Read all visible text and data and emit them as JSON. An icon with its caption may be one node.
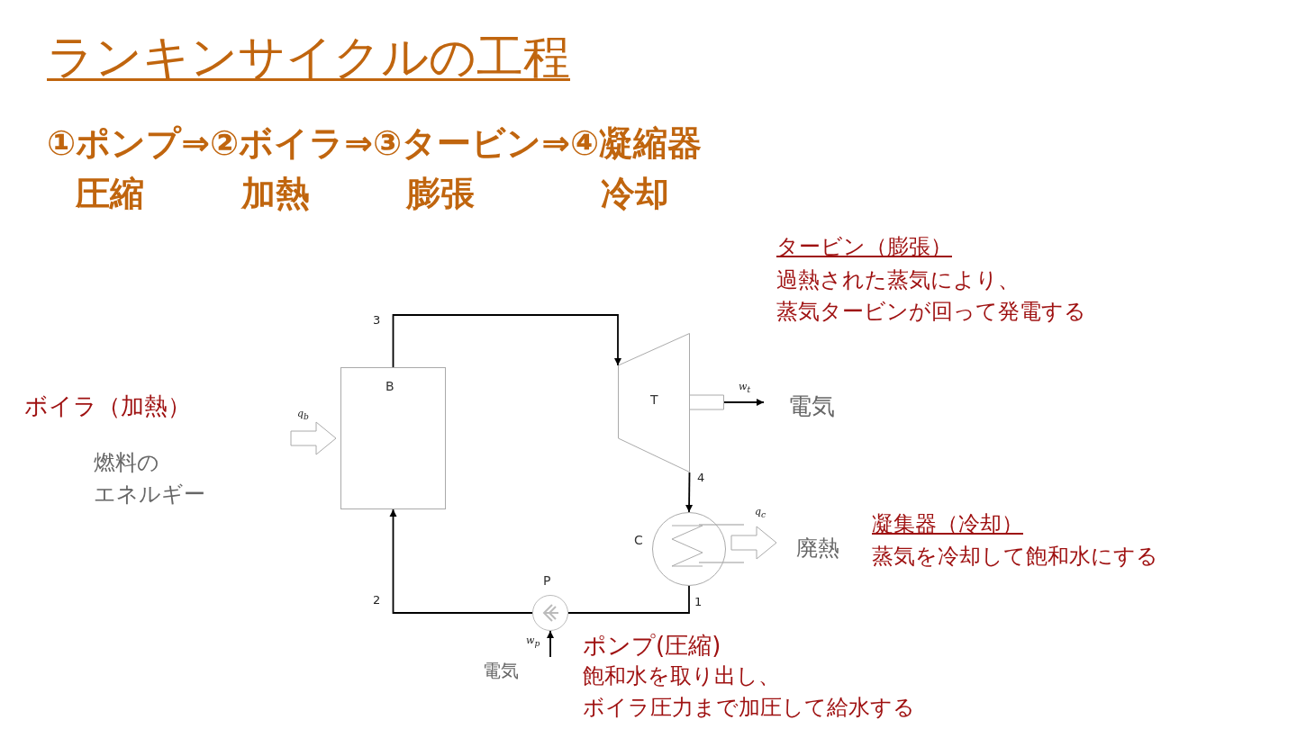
{
  "diagram": {
    "title": "ランキンサイクルの工程",
    "nodes": [
      {
        "text": [
          "B"
        ]
      },
      {
        "text": [
          "T"
        ]
      },
      {
        "text": [
          "C"
        ]
      },
      {
        "text": [
          "P"
        ]
      }
    ],
    "edges": [
      {
        "from": 0,
        "to": 1,
        "arrow": "to",
        "label": "3"
      },
      {
        "from": 1,
        "to": 2,
        "arrow": "to",
        "label": "4"
      },
      {
        "from": 2,
        "to": 3,
        "arrow": "none",
        "label": "1"
      },
      {
        "from": 3,
        "to": 0,
        "arrow": "to",
        "label": "2"
      },
      {
        "from": null,
        "to": 0,
        "arrow": "to",
        "label": "q$_{b}$"
      },
      {
        "from": 1,
        "to": null,
        "arrow": "to",
        "label": "w$_{t}$"
      },
      {
        "from": 2,
        "to": null,
        "arrow": "to",
        "label": "q$_{c}$"
      },
      {
        "from": null,
        "to": 3,
        "arrow": "to",
        "label": "w$_{p}$"
      }
    ],
    "labels": [
      "①ポンプ⇒②ボイラ⇒③タービン⇒④凝縮器",
      "圧縮",
      "加熱",
      "膨張",
      "冷却",
      "タービン（膨張）",
      "過熱された蒸気により、蒸気タービンが回って発電する",
      "ボイラ（加熱）",
      "電気",
      "燃料のエネルギー",
      "凝集器（冷却）",
      "廃熱",
      "蒸気を冷却して飽和水にする",
      "ポンプ(圧縮)",
      "電気",
      "飽和水を取り出し、ボイラ圧力まで加圧して給水する"
    ]
  }
}
